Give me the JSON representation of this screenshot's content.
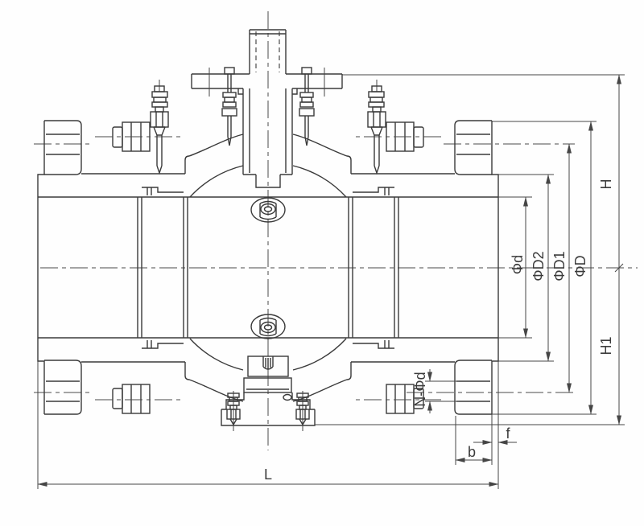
{
  "diagram": {
    "title": "ball-valve-cross-section",
    "labels": {
      "bore_diameter": "Φd",
      "seal_face_diameter": "ΦD2",
      "bolt_circle_diameter": "ΦD1",
      "flange_outer_diameter": "ΦD",
      "height_top": "H",
      "height_bottom": "H1",
      "face_to_face": "L",
      "flange_thickness": "b",
      "raised_face_height": "f",
      "bolt_holes": "N-Φd"
    },
    "colors": {
      "line": "#3a3a3a",
      "dimension": "#454545",
      "background": "#fefefe"
    }
  }
}
